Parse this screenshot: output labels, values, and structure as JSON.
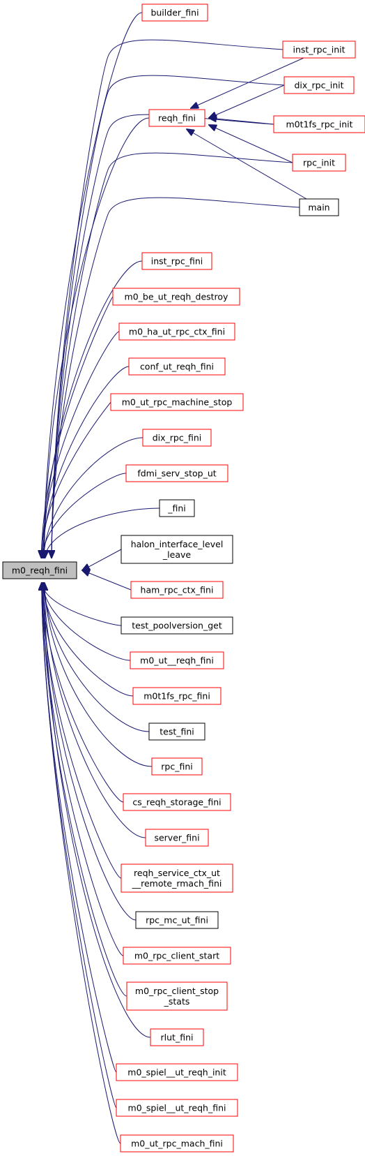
{
  "diagram": {
    "root": {
      "id": "m0_reqh_fini",
      "label": "m0_reqh_fini"
    },
    "colors": {
      "edge": "#191970",
      "red_border": "#ff0000",
      "black_border": "#000000",
      "root_fill": "#bfbfbf",
      "text": "#000000"
    },
    "nodes": [
      {
        "id": "builder_fini",
        "lines": [
          "builder_fini"
        ],
        "border": "red"
      },
      {
        "id": "inst_rpc_init",
        "lines": [
          "inst_rpc_init"
        ],
        "border": "red"
      },
      {
        "id": "dix_rpc_init",
        "lines": [
          "dix_rpc_init"
        ],
        "border": "red"
      },
      {
        "id": "reqh_fini",
        "lines": [
          "reqh_fini"
        ],
        "border": "red"
      },
      {
        "id": "m0t1fs_rpc_init",
        "lines": [
          "m0t1fs_rpc_init"
        ],
        "border": "red"
      },
      {
        "id": "rpc_init",
        "lines": [
          "rpc_init"
        ],
        "border": "red"
      },
      {
        "id": "main",
        "lines": [
          "main"
        ],
        "border": "black"
      },
      {
        "id": "inst_rpc_fini",
        "lines": [
          "inst_rpc_fini"
        ],
        "border": "red"
      },
      {
        "id": "m0_be_ut_reqh_destroy",
        "lines": [
          "m0_be_ut_reqh_destroy"
        ],
        "border": "red"
      },
      {
        "id": "m0_ha_ut_rpc_ctx_fini",
        "lines": [
          "m0_ha_ut_rpc_ctx_fini"
        ],
        "border": "red"
      },
      {
        "id": "conf_ut_reqh_fini",
        "lines": [
          "conf_ut_reqh_fini"
        ],
        "border": "red"
      },
      {
        "id": "m0_ut_rpc_machine_stop",
        "lines": [
          "m0_ut_rpc_machine_stop"
        ],
        "border": "red"
      },
      {
        "id": "dix_rpc_fini",
        "lines": [
          "dix_rpc_fini"
        ],
        "border": "red"
      },
      {
        "id": "fdmi_serv_stop_ut",
        "lines": [
          "fdmi_serv_stop_ut"
        ],
        "border": "red"
      },
      {
        "id": "_fini",
        "lines": [
          "_fini"
        ],
        "border": "black"
      },
      {
        "id": "halon_interface_level_leave",
        "lines": [
          "halon_interface_level",
          "_leave"
        ],
        "border": "black"
      },
      {
        "id": "ham_rpc_ctx_fini",
        "lines": [
          "ham_rpc_ctx_fini"
        ],
        "border": "red"
      },
      {
        "id": "test_poolversion_get",
        "lines": [
          "test_poolversion_get"
        ],
        "border": "black"
      },
      {
        "id": "m0_ut__reqh_fini",
        "lines": [
          "m0_ut__reqh_fini"
        ],
        "border": "red"
      },
      {
        "id": "m0t1fs_rpc_fini",
        "lines": [
          "m0t1fs_rpc_fini"
        ],
        "border": "red"
      },
      {
        "id": "test_fini",
        "lines": [
          "test_fini"
        ],
        "border": "black"
      },
      {
        "id": "rpc_fini",
        "lines": [
          "rpc_fini"
        ],
        "border": "red"
      },
      {
        "id": "cs_reqh_storage_fini",
        "lines": [
          "cs_reqh_storage_fini"
        ],
        "border": "red"
      },
      {
        "id": "server_fini",
        "lines": [
          "server_fini"
        ],
        "border": "red"
      },
      {
        "id": "reqh_service_ctx_ut__remote_rmach_fini",
        "lines": [
          "reqh_service_ctx_ut",
          "__remote_rmach_fini"
        ],
        "border": "red"
      },
      {
        "id": "rpc_mc_ut_fini",
        "lines": [
          "rpc_mc_ut_fini"
        ],
        "border": "black"
      },
      {
        "id": "m0_rpc_client_start",
        "lines": [
          "m0_rpc_client_start"
        ],
        "border": "red"
      },
      {
        "id": "m0_rpc_client_stop_stats",
        "lines": [
          "m0_rpc_client_stop",
          "_stats"
        ],
        "border": "red"
      },
      {
        "id": "rlut_fini",
        "lines": [
          "rlut_fini"
        ],
        "border": "red"
      },
      {
        "id": "m0_spiel__ut_reqh_init",
        "lines": [
          "m0_spiel__ut_reqh_init"
        ],
        "border": "red"
      },
      {
        "id": "m0_spiel__ut_reqh_fini",
        "lines": [
          "m0_spiel__ut_reqh_fini"
        ],
        "border": "red"
      },
      {
        "id": "m0_ut_rpc_mach_fini",
        "lines": [
          "m0_ut_rpc_mach_fini"
        ],
        "border": "red"
      }
    ],
    "edges": [
      {
        "from": "builder_fini",
        "to": "m0_reqh_fini"
      },
      {
        "from": "inst_rpc_init",
        "to": "m0_reqh_fini"
      },
      {
        "from": "dix_rpc_init",
        "to": "m0_reqh_fini"
      },
      {
        "from": "reqh_fini",
        "to": "m0_reqh_fini"
      },
      {
        "from": "m0t1fs_rpc_init",
        "to": "m0_reqh_fini"
      },
      {
        "from": "rpc_init",
        "to": "m0_reqh_fini"
      },
      {
        "from": "main",
        "to": "m0_reqh_fini"
      },
      {
        "from": "inst_rpc_fini",
        "to": "m0_reqh_fini"
      },
      {
        "from": "m0_be_ut_reqh_destroy",
        "to": "m0_reqh_fini"
      },
      {
        "from": "m0_ha_ut_rpc_ctx_fini",
        "to": "m0_reqh_fini"
      },
      {
        "from": "conf_ut_reqh_fini",
        "to": "m0_reqh_fini"
      },
      {
        "from": "m0_ut_rpc_machine_stop",
        "to": "m0_reqh_fini"
      },
      {
        "from": "dix_rpc_fini",
        "to": "m0_reqh_fini"
      },
      {
        "from": "fdmi_serv_stop_ut",
        "to": "m0_reqh_fini"
      },
      {
        "from": "_fini",
        "to": "m0_reqh_fini"
      },
      {
        "from": "halon_interface_level_leave",
        "to": "m0_reqh_fini"
      },
      {
        "from": "ham_rpc_ctx_fini",
        "to": "m0_reqh_fini"
      },
      {
        "from": "test_poolversion_get",
        "to": "m0_reqh_fini"
      },
      {
        "from": "m0_ut__reqh_fini",
        "to": "m0_reqh_fini"
      },
      {
        "from": "m0t1fs_rpc_fini",
        "to": "m0_reqh_fini"
      },
      {
        "from": "test_fini",
        "to": "m0_reqh_fini"
      },
      {
        "from": "rpc_fini",
        "to": "m0_reqh_fini"
      },
      {
        "from": "cs_reqh_storage_fini",
        "to": "m0_reqh_fini"
      },
      {
        "from": "server_fini",
        "to": "m0_reqh_fini"
      },
      {
        "from": "reqh_service_ctx_ut__remote_rmach_fini",
        "to": "m0_reqh_fini"
      },
      {
        "from": "rpc_mc_ut_fini",
        "to": "m0_reqh_fini"
      },
      {
        "from": "m0_rpc_client_start",
        "to": "m0_reqh_fini"
      },
      {
        "from": "m0_rpc_client_stop_stats",
        "to": "m0_reqh_fini"
      },
      {
        "from": "rlut_fini",
        "to": "m0_reqh_fini"
      },
      {
        "from": "m0_spiel__ut_reqh_init",
        "to": "m0_reqh_fini"
      },
      {
        "from": "m0_spiel__ut_reqh_fini",
        "to": "m0_reqh_fini"
      },
      {
        "from": "m0_ut_rpc_mach_fini",
        "to": "m0_reqh_fini"
      },
      {
        "from": "inst_rpc_init",
        "to": "reqh_fini"
      },
      {
        "from": "dix_rpc_init",
        "to": "reqh_fini"
      },
      {
        "from": "m0t1fs_rpc_init",
        "to": "reqh_fini"
      },
      {
        "from": "rpc_init",
        "to": "reqh_fini"
      },
      {
        "from": "main",
        "to": "reqh_fini"
      }
    ]
  }
}
